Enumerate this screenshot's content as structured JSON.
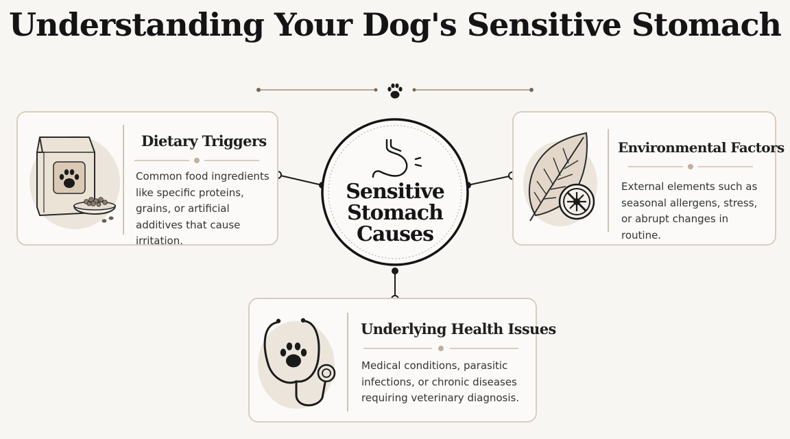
{
  "title": "Understanding Your Dog's Sensitive Stomach",
  "center": {
    "label": "Sensitive Stomach Causes",
    "icon": "stomach-icon"
  },
  "cards": {
    "dietary": {
      "heading": "Dietary Triggers",
      "text": "Common food ingredients like specific proteins, grains, or artificial additives that cause irritation.",
      "icon": "dog-food-bag-icon"
    },
    "environmental": {
      "heading": "Environmental Factors",
      "text": "External elements such as seasonal allergens, stress, or abrupt changes in routine.",
      "icon": "leaf-allergen-icon"
    },
    "health": {
      "heading": "Underlying Health Issues",
      "text": "Medical conditions, parasitic infections, or chronic diseases requiring veterinary diagnosis.",
      "icon": "paw-stethoscope-icon"
    }
  },
  "colors": {
    "background": "#f8f6f3",
    "card_border": "#d9cdbe",
    "accent_tan": "#b9a58f",
    "ink": "#141414"
  }
}
